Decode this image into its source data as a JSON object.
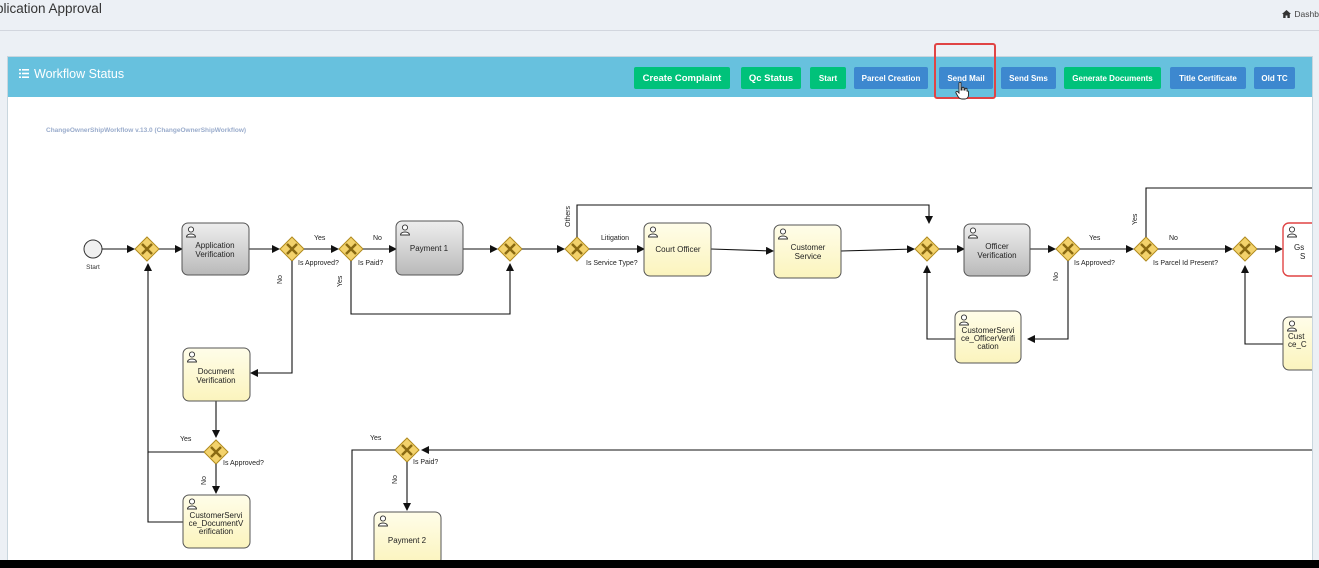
{
  "header": {
    "page_title": "plication Approval",
    "breadcrumb_label": "Dashb"
  },
  "panel": {
    "title": "Workflow Status",
    "buttons": [
      {
        "label": "Create Complaint"
      },
      {
        "label": "Qc Status"
      },
      {
        "label": "Start"
      },
      {
        "label": "Parcel Creation"
      },
      {
        "label": "Send Mail"
      },
      {
        "label": "Send Sms"
      },
      {
        "label": "Generate Documents"
      },
      {
        "label": "Title Certificate"
      },
      {
        "label": "Old TC"
      }
    ]
  },
  "workflow": {
    "name": "ChangeOwnerShipWorkflow v.13.0 (ChangeOwnerShipWorkflow)",
    "start_label": "Start",
    "tasks": {
      "application_verification": [
        "Application",
        "Verification"
      ],
      "payment1": [
        "Payment 1"
      ],
      "court_officer": [
        "Court Officer"
      ],
      "customer_service": [
        "Customer",
        "Service"
      ],
      "officer_verification": [
        "Officer",
        "Verification"
      ],
      "cs_officer_verification": [
        "CustomerServi",
        "ce_OfficerVerifi",
        "cation"
      ],
      "document_verification": [
        "Document",
        "Verification"
      ],
      "cs_document_verification": [
        "CustomerServi",
        "ce_DocumentV",
        "erification"
      ],
      "payment2": [
        "Payment 2"
      ],
      "gs_partial": [
        "Gs",
        "S"
      ],
      "cust_partial": [
        "Cust",
        "ce_C"
      ]
    },
    "gateway_labels": {
      "is_approved_1": "Is Approved?",
      "is_paid_1": "Is Paid?",
      "is_service_type": "Is Service Type?",
      "is_approved_2": "Is Approved?",
      "is_parcel_id_present": "Is Parcel Id Present?",
      "is_approved_3": "Is Approved?",
      "is_paid_2": "Is Paid?"
    },
    "edge_labels": {
      "yes1": "Yes",
      "no1": "No",
      "no_paid": "No",
      "yes_paid": "Yes",
      "others": "Others",
      "litigation": "Litigation",
      "yes2": "Yes",
      "no2": "No",
      "yes_parcel": "Yes",
      "no_parcel": "No",
      "yes3": "Yes",
      "no3": "No",
      "yes_paid2": "Yes",
      "no_paid2": "No"
    }
  },
  "colors": {
    "panel_header": "#67c1de",
    "btn_green": "#00c27a",
    "btn_blue": "#3d88cf",
    "highlight": "#e04444",
    "task_yellow": "#fffbd6",
    "task_grey": "#cfcfcf",
    "gateway": "#f3d26b"
  }
}
